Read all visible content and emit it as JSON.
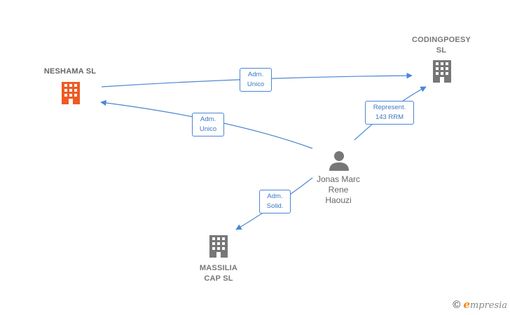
{
  "nodes": {
    "neshama": {
      "lines": [
        "NESHAMA  SL"
      ],
      "color": "#f05a22"
    },
    "codingpoesy": {
      "lines": [
        "CODINGPOESY",
        "SL"
      ],
      "color": "#777777"
    },
    "massilia": {
      "lines": [
        "MASSILIA",
        "CAP  SL"
      ],
      "color": "#777777"
    },
    "person": {
      "lines": [
        "Jonas Marc",
        "Rene",
        "Haouzi"
      ],
      "color": "#777777"
    }
  },
  "edges": {
    "e1": {
      "lines": [
        "Adm.",
        "Unico"
      ]
    },
    "e2": {
      "lines": [
        "Adm.",
        "Unico"
      ]
    },
    "e3": {
      "lines": [
        "Represent.",
        "143 RRM"
      ]
    },
    "e4": {
      "lines": [
        "Adm.",
        "Solid."
      ]
    }
  },
  "colors": {
    "edge": "#4a86d4",
    "building": "#777777",
    "focus_building": "#f05a22"
  },
  "footer": {
    "copyright": "©",
    "brand_initial": "e",
    "brand_rest": "mpresia"
  }
}
